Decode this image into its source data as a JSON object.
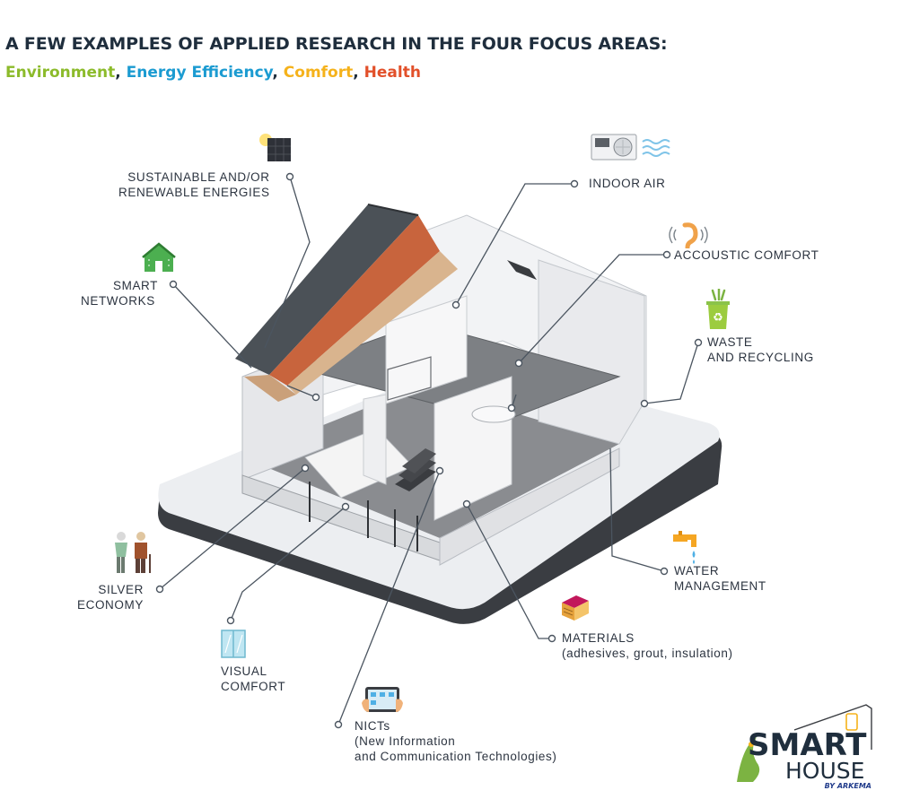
{
  "header": {
    "title": "A FEW EXAMPLES OF APPLIED RESEARCH IN THE FOUR FOCUS AREAS:",
    "areas": [
      {
        "label": "Environment",
        "color": "#8cbb2b"
      },
      {
        "label": "Energy Efficiency",
        "color": "#1b9bd1"
      },
      {
        "label": "Comfort",
        "color": "#f5b21b"
      },
      {
        "label": "Health",
        "color": "#e2502a"
      }
    ],
    "separator": ", "
  },
  "labels": {
    "sustainable": [
      "SUSTAINABLE AND/OR",
      "RENEWABLE ENERGIES"
    ],
    "smart_networks": [
      "SMART",
      "NETWORKS"
    ],
    "indoor_air": [
      "INDOOR AIR"
    ],
    "acoustic": [
      "ACCOUSTIC COMFORT"
    ],
    "waste": [
      "WASTE",
      "AND RECYCLING"
    ],
    "water": [
      "WATER",
      "MANAGEMENT"
    ],
    "materials": [
      "MATERIALS",
      "(adhesives, grout, insulation)"
    ],
    "silver": [
      "SILVER",
      "ECONOMY"
    ],
    "visual": [
      "VISUAL",
      "COMFORT"
    ],
    "nicts": [
      "NICTs",
      "(New Information",
      "and Communication Technologies)"
    ]
  },
  "icons": {
    "solar_panel": "solar-panel-icon",
    "smart_home": "smart-home-icon",
    "air_conditioner": "air-conditioner-icon",
    "ear": "ear-icon",
    "recycling_bin": "recycling-bin-icon",
    "faucet": "faucet-icon",
    "material_layers": "material-layers-icon",
    "elderly_couple": "elderly-couple-icon",
    "window": "window-icon",
    "tablet": "tablet-icon"
  },
  "logo": {
    "line1": "SMART",
    "line2": "HOUSE",
    "byline": "BY ARKEMA"
  },
  "colors": {
    "heading": "#1f2e3d",
    "environment": "#8cbb2b",
    "energy": "#1b9bd1",
    "comfort": "#f5b21b",
    "health": "#e2502a",
    "callout_line": "#4b5560"
  }
}
